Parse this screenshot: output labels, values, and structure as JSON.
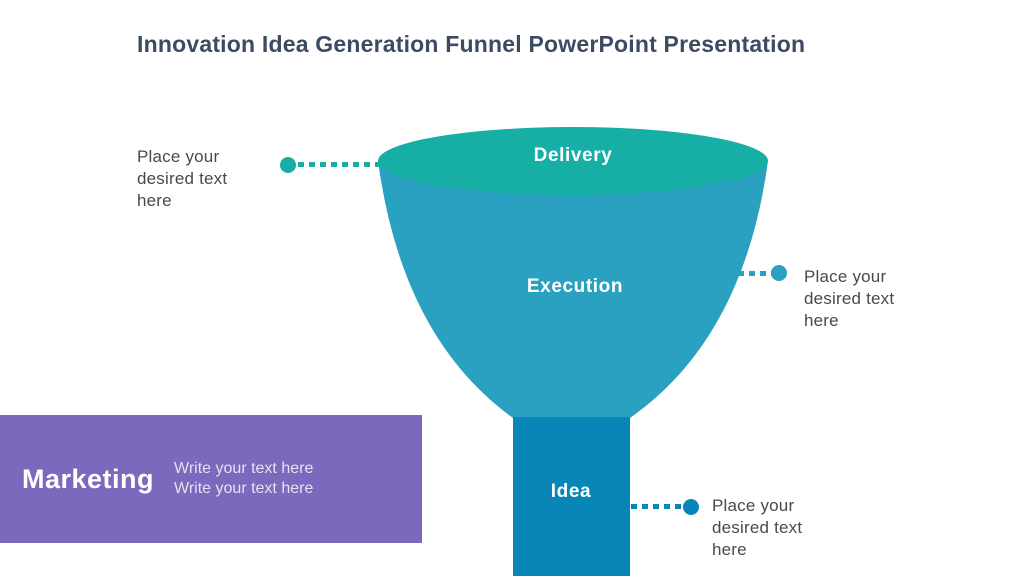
{
  "slide": {
    "title": "Innovation Idea Generation Funnel PowerPoint Presentation",
    "title_color": "#3D4A63",
    "background_color": "#FFFFFF"
  },
  "funnel": {
    "stages": [
      {
        "label": "Delivery",
        "color": "#17AEA6"
      },
      {
        "label": "Execution",
        "color": "#2AA1C0"
      },
      {
        "label": "Idea",
        "color": "#0886B8"
      }
    ]
  },
  "callouts": [
    {
      "position": "left-of-delivery",
      "accent": "#17AEA6",
      "lines": [
        "Place your",
        "desired text",
        "here"
      ]
    },
    {
      "position": "right-of-execution",
      "accent": "#2AA1C0",
      "lines": [
        "Place your",
        "desired text",
        "here"
      ]
    },
    {
      "position": "right-of-idea",
      "accent": "#0886B8",
      "lines": [
        "Place your",
        "desired text",
        "here"
      ]
    }
  ],
  "marketing": {
    "heading": "Marketing",
    "lines": [
      "Write your text here",
      "Write your text here"
    ],
    "background_color": "#7C68BC"
  },
  "colors": {
    "callout_text": "#4A4A4A"
  }
}
